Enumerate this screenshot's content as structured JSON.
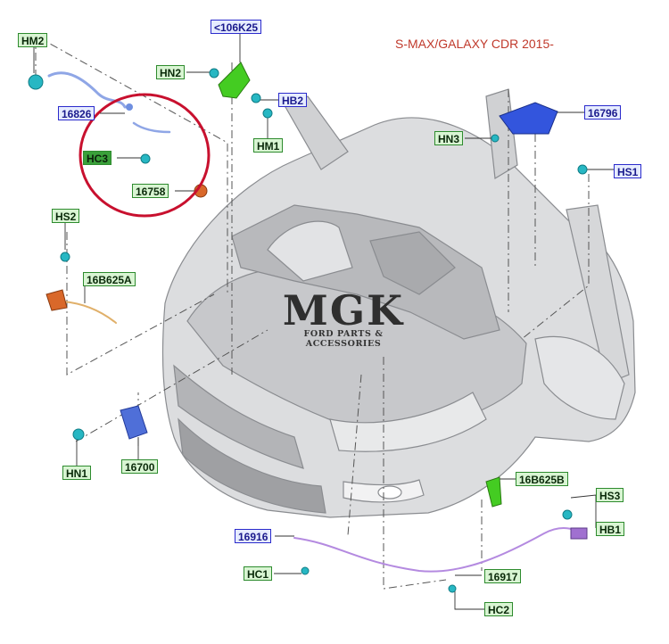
{
  "caption": "S-MAX/GALAXY CDR 2015-",
  "logo": {
    "mark": "MGK",
    "tagline": "FORD PARTS & ACCESSORIES"
  },
  "labels": {
    "hm2": "HM2",
    "k106k25": "<106K25",
    "hn2": "HN2",
    "hb2": "HB2",
    "hm1": "HM1",
    "p16826": "16826",
    "hc3": "HC3",
    "p16758": "16758",
    "hs2": "HS2",
    "p16b625a": "16B625A",
    "hn1": "HN1",
    "p16700": "16700",
    "hn3": "HN3",
    "p16796": "16796",
    "hs1": "HS1",
    "p16b625b": "16B625B",
    "hs3": "HS3",
    "hb1": "HB1",
    "p16916": "16916",
    "hc1": "HC1",
    "p16917": "16917",
    "hc2": "HC2"
  },
  "colors": {
    "label_blue": "#2b2bcc",
    "label_green": "#2e8b2e",
    "highlight_circle": "#c8102e",
    "part_blue": "#3355dd",
    "part_teal": "#22b5c0",
    "part_orange": "#d9682a",
    "part_green": "#44cc22",
    "part_purple": "#a070d0",
    "car_grey": "#d9dadc"
  }
}
